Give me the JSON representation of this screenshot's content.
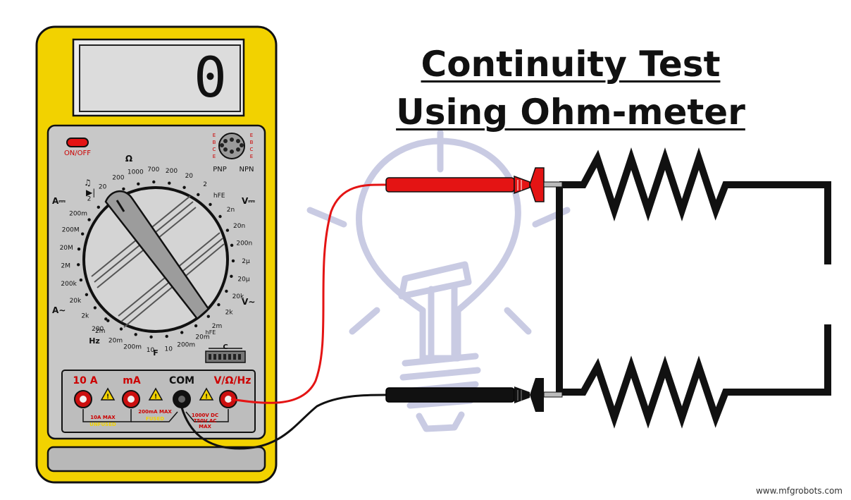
{
  "title": {
    "line1": "Continuity Test",
    "line2": "Using Ohm-meter"
  },
  "meter": {
    "display": "0",
    "power_label": "ON/OFF",
    "function_labels": {
      "ohm": "Ω",
      "dc_amps": "A⎓",
      "ac_amps": "A∼",
      "dc_volts": "V⎓",
      "ac_volts": "V∼",
      "hz": "Hz",
      "farad": "F",
      "pnp": "PNP",
      "npn": "NPN",
      "hfe": "hFE",
      "cap_slot": "C"
    },
    "dial_labels": [
      "200",
      "2k",
      "20k",
      "200k",
      "2M",
      "20M",
      "200M",
      "200m",
      "2",
      "20",
      "200",
      "1000",
      "700",
      "200",
      "20",
      "2",
      "hFE",
      "2n",
      "20n",
      "200n",
      "2µ",
      "20µ",
      "20k",
      "2k",
      "2m",
      "20m",
      "200m",
      "10",
      "10",
      "200m",
      "20m",
      "2m"
    ],
    "transistor_pins_left": [
      "E",
      "B",
      "C",
      "E"
    ],
    "transistor_pins_right": [
      "E",
      "B",
      "C",
      "E"
    ],
    "ports": [
      {
        "label": "10 A",
        "note": "10A MAX",
        "sub": "UNFUSED"
      },
      {
        "label": "mA",
        "note": "200mA MAX",
        "sub": "FUSED"
      },
      {
        "label": "COM"
      },
      {
        "label": "V/Ω/Hz",
        "note": "1000V DC 750V AC MAX"
      }
    ],
    "warning_symbol": "!"
  },
  "colors": {
    "meter_body": "#f2d200",
    "panel": "#c8c8c8",
    "red_probe": "#e41414",
    "black_probe": "#111111",
    "bulb_watermark": "#c9cbe3",
    "dial_body": "#d4d4d4"
  },
  "watermark": "www.mfgrobots.com"
}
